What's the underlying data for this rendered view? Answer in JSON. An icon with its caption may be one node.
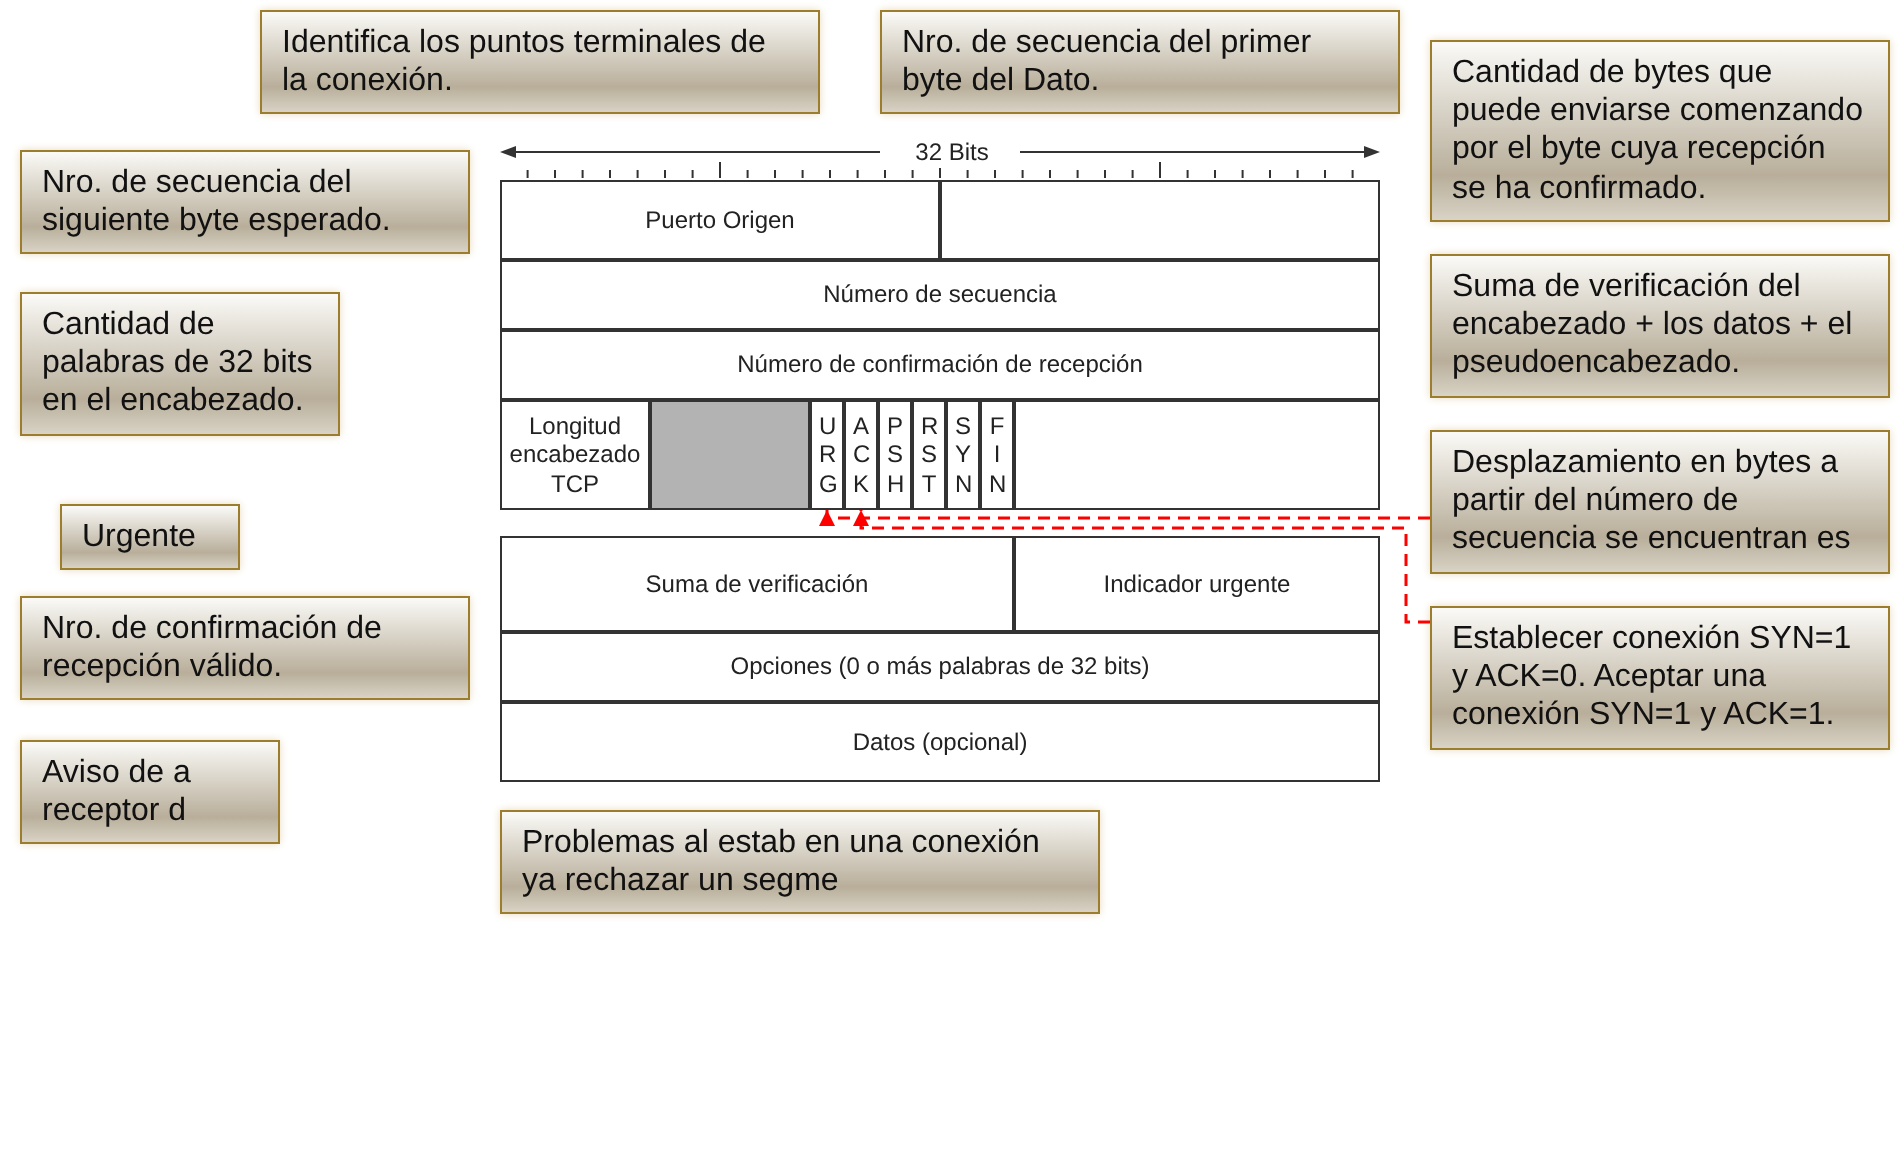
{
  "diagram": {
    "nodes": [
      {
        "text": [
          "Identifica los puntos terminales de la conexión."
        ]
      },
      {
        "text": [
          "Nro. de secuencia del primer byte del Dato."
        ]
      },
      {
        "text": [
          "Nro. de secuencia del siguiente byte esperado."
        ]
      },
      {
        "text": [
          "Cantidad de bytes que puede enviarse comenzando por el byte cuya recepción se ha confirmado."
        ]
      },
      {
        "text": [
          "Cantidad de palabras de 32 bits en el encabezado."
        ]
      },
      {
        "text": [
          "Suma de verificación del encabezado + los datos + el pseudoencabezado."
        ]
      },
      {
        "text": [
          "Urgente"
        ]
      },
      {
        "text": [
          "Nro. de confirmación de recepción válido."
        ]
      },
      {
        "text": [
          "Aviso de a receptor d"
        ]
      },
      {
        "text": [
          "Problemas al estab en una conexión ya rechazar un segme"
        ]
      },
      {
        "text": [
          "Establecer conexión SYN=1 y ACK=0. Aceptar una conexión SYN=1 y ACK=1."
        ]
      },
      {
        "text": [
          "Desplazamiento en bytes a partir del número de secuencia se encuentran es"
        ]
      },
      {
        "text": [
          "Puerto Origen"
        ]
      },
      {
        "text": [],
        "shape": "box"
      },
      {
        "text": [
          "Número de secuencia"
        ]
      },
      {
        "text": [
          "Número de confirmación de recepción"
        ]
      },
      {
        "text": [
          "Longitud encabezado TCP"
        ]
      },
      {
        "text": [],
        "shape": "box"
      },
      {
        "text": [
          "URG"
        ]
      },
      {
        "text": [
          "ACK"
        ]
      },
      {
        "text": [
          "PSH"
        ]
      },
      {
        "text": [
          "RST"
        ]
      },
      {
        "text": [
          "SYN"
        ]
      },
      {
        "text": [
          "FIN"
        ]
      },
      {
        "text": [],
        "shape": "box"
      },
      {
        "text": [
          "Suma de verificación"
        ]
      },
      {
        "text": [
          "Indicador urgente"
        ]
      },
      {
        "text": [
          "Opciones (0 o más palabras de 32 bits)"
        ]
      },
      {
        "text": [
          "Datos (opcional)"
        ]
      }
    ],
    "edges": [
      {
        "from": 11,
        "to": 18,
        "arrow": "to",
        "style": "dashed",
        "color": "#ff0000"
      },
      {
        "from": 10,
        "to": 19,
        "arrow": "to",
        "style": "dashed",
        "color": "#ff0000"
      }
    ],
    "labels": [
      "32 Bits"
    ]
  }
}
